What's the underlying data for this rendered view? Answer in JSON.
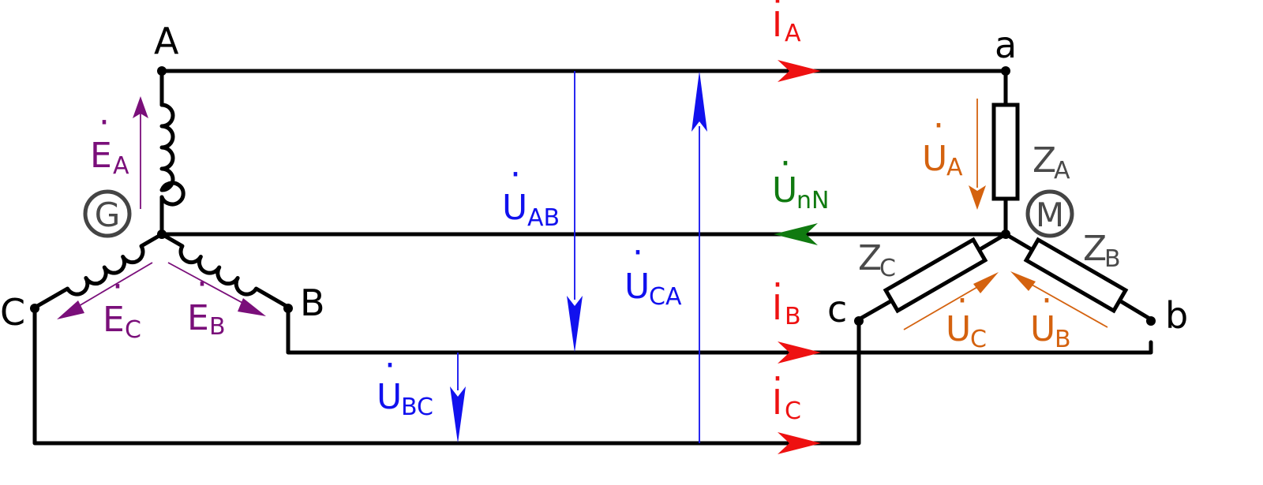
{
  "nodes": {
    "A": "A",
    "B": "B",
    "C": "C",
    "a": "a",
    "b": "b",
    "c": "c"
  },
  "symbols": {
    "generator": "G",
    "motor": "M"
  },
  "currents": {
    "IA": {
      "main": "I",
      "sub": "A"
    },
    "IB": {
      "main": "I",
      "sub": "B"
    },
    "IC": {
      "main": "I",
      "sub": "C"
    }
  },
  "emfs": {
    "EA": {
      "main": "E",
      "sub": "A"
    },
    "EB": {
      "main": "E",
      "sub": "B"
    },
    "EC": {
      "main": "E",
      "sub": "C"
    }
  },
  "line_voltages": {
    "UAB": {
      "main": "U",
      "sub": "AB"
    },
    "UBC": {
      "main": "U",
      "sub": "BC"
    },
    "UCA": {
      "main": "U",
      "sub": "CA"
    }
  },
  "phase_voltages": {
    "UA": {
      "main": "U",
      "sub": "A"
    },
    "UB": {
      "main": "U",
      "sub": "B"
    },
    "UC": {
      "main": "U",
      "sub": "C"
    }
  },
  "neutral_voltage": {
    "main": "U",
    "sub": "nN"
  },
  "impedances": {
    "ZA": {
      "main": "Z",
      "sub": "A"
    },
    "ZB": {
      "main": "Z",
      "sub": "B"
    },
    "ZC": {
      "main": "Z",
      "sub": "C"
    }
  },
  "colors": {
    "current": "#ee1111",
    "emf": "#7a0f7a",
    "line_voltage": "#1111ee",
    "phase_voltage": "#d4620f",
    "neutral_voltage": "#107a10",
    "impedance_label": "#4a4a4a"
  }
}
